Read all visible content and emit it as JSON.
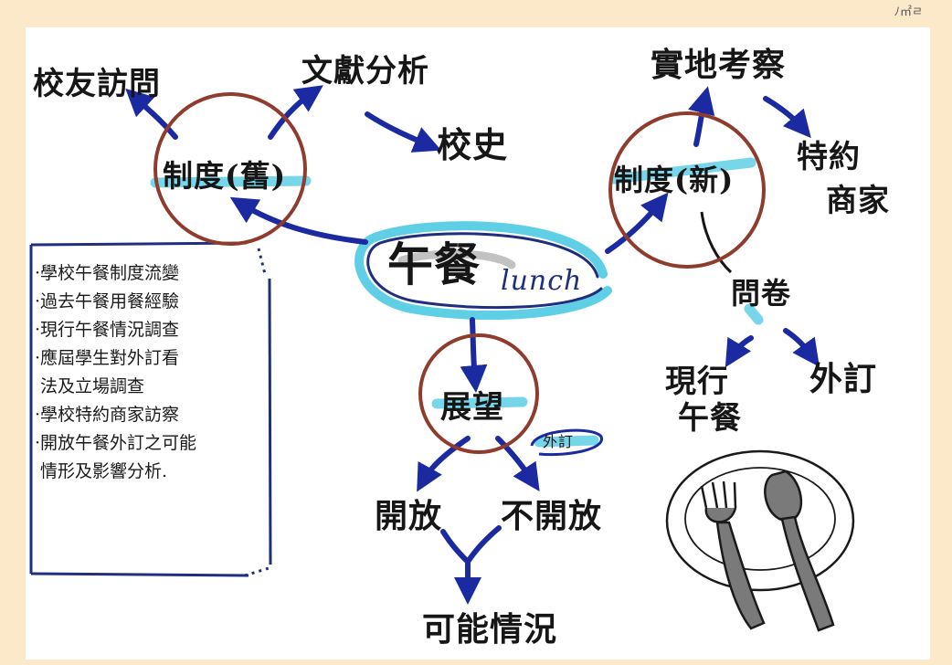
{
  "corner_mark": "ﾉ㎡ㄹ",
  "center": {
    "main": "午餐",
    "sub": "lunch"
  },
  "old_system": "制度(舊)",
  "new_system": "制度(新)",
  "outlook": "展望",
  "old_branches": [
    "校友訪問",
    "文獻分析",
    "校史"
  ],
  "new_branches": [
    "實地考察",
    "特約",
    "商家",
    "問卷"
  ],
  "survey_branches": [
    "現行",
    "午餐",
    "外訂"
  ],
  "outlook_tag": "外訂",
  "outlook_branches": [
    "開放",
    "不開放"
  ],
  "result": "可能情況",
  "side_list": [
    "學校午餐制度流變",
    "過去午餐用餐經驗",
    "現行午餐情況調查",
    "應屆學生對外訂看",
    "法及立場調查",
    "學校特約商家訪察",
    "開放午餐外訂之可能",
    "情形及影響分析."
  ],
  "colors": {
    "arrow": "#1c2aa2",
    "highlight": "#5fcfe6",
    "circle": "#8f3b2e",
    "ink": "#161616"
  }
}
